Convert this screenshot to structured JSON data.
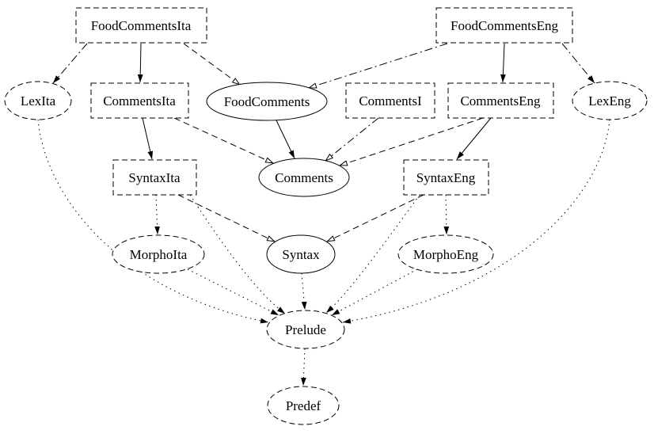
{
  "diagram": {
    "type": "module-dependency-graph",
    "background": "#ffffff",
    "colors": {
      "red": "#ff0000",
      "green": "#00c000",
      "blue": "#0000c0",
      "black": "#000000"
    },
    "nodes": {
      "FoodCommentsIta": {
        "label": "FoodCommentsIta",
        "shape": "box",
        "border": "dashed",
        "color": "red"
      },
      "FoodCommentsEng": {
        "label": "FoodCommentsEng",
        "shape": "box",
        "border": "dashed",
        "color": "red"
      },
      "LexIta": {
        "label": "LexIta",
        "shape": "ellipse",
        "border": "dashed",
        "color": "black"
      },
      "CommentsIta": {
        "label": "CommentsIta",
        "shape": "box",
        "border": "dashed",
        "color": "green"
      },
      "FoodComments": {
        "label": "FoodComments",
        "shape": "ellipse",
        "border": "solid",
        "color": "blue"
      },
      "CommentsI": {
        "label": "CommentsI",
        "shape": "box",
        "border": "dashed",
        "color": "red"
      },
      "CommentsEng": {
        "label": "CommentsEng",
        "shape": "box",
        "border": "dashed",
        "color": "green"
      },
      "LexEng": {
        "label": "LexEng",
        "shape": "ellipse",
        "border": "dashed",
        "color": "black"
      },
      "SyntaxIta": {
        "label": "SyntaxIta",
        "shape": "box",
        "border": "dashed",
        "color": "black"
      },
      "Comments": {
        "label": "Comments",
        "shape": "ellipse",
        "border": "solid",
        "color": "blue"
      },
      "SyntaxEng": {
        "label": "SyntaxEng",
        "shape": "box",
        "border": "dashed",
        "color": "black"
      },
      "MorphoIta": {
        "label": "MorphoIta",
        "shape": "ellipse",
        "border": "dashed",
        "color": "black"
      },
      "Syntax": {
        "label": "Syntax",
        "shape": "ellipse",
        "border": "solid",
        "color": "black"
      },
      "MorphoEng": {
        "label": "MorphoEng",
        "shape": "ellipse",
        "border": "dashed",
        "color": "black"
      },
      "Prelude": {
        "label": "Prelude",
        "shape": "ellipse",
        "border": "dashed",
        "color": "black"
      },
      "Predef": {
        "label": "Predef",
        "shape": "ellipse",
        "border": "dashed",
        "color": "black"
      }
    },
    "edges": [
      {
        "from": "FoodCommentsIta",
        "to": "CommentsIta",
        "style": "solid",
        "arrow": "filled"
      },
      {
        "from": "FoodCommentsIta",
        "to": "FoodComments",
        "style": "dashed",
        "arrow": "open"
      },
      {
        "from": "FoodCommentsIta",
        "to": "LexIta",
        "style": "dashdot",
        "arrow": "filled"
      },
      {
        "from": "FoodCommentsEng",
        "to": "CommentsEng",
        "style": "solid",
        "arrow": "filled"
      },
      {
        "from": "FoodCommentsEng",
        "to": "FoodComments",
        "style": "dashdot",
        "arrow": "open"
      },
      {
        "from": "FoodCommentsEng",
        "to": "LexEng",
        "style": "dashdot",
        "arrow": "filled"
      },
      {
        "from": "FoodComments",
        "to": "Comments",
        "style": "solid",
        "arrow": "filled"
      },
      {
        "from": "CommentsIta",
        "to": "Comments",
        "style": "dashed",
        "arrow": "open"
      },
      {
        "from": "CommentsIta",
        "to": "SyntaxIta",
        "style": "solid",
        "arrow": "filled"
      },
      {
        "from": "CommentsI",
        "to": "Comments",
        "style": "dashdot",
        "arrow": "open"
      },
      {
        "from": "CommentsEng",
        "to": "Comments",
        "style": "dashed",
        "arrow": "open"
      },
      {
        "from": "CommentsEng",
        "to": "SyntaxEng",
        "style": "solid",
        "arrow": "filled"
      },
      {
        "from": "SyntaxIta",
        "to": "MorphoIta",
        "style": "dotted",
        "arrow": "filled"
      },
      {
        "from": "SyntaxIta",
        "to": "Syntax",
        "style": "dashed",
        "arrow": "open"
      },
      {
        "from": "SyntaxIta",
        "to": "Prelude",
        "style": "dotted",
        "arrow": "filled"
      },
      {
        "from": "SyntaxEng",
        "to": "MorphoEng",
        "style": "dotted",
        "arrow": "filled"
      },
      {
        "from": "SyntaxEng",
        "to": "Syntax",
        "style": "dashed",
        "arrow": "open"
      },
      {
        "from": "SyntaxEng",
        "to": "Prelude",
        "style": "dotted",
        "arrow": "filled"
      },
      {
        "from": "LexIta",
        "to": "Prelude",
        "style": "dotted",
        "arrow": "filled"
      },
      {
        "from": "LexEng",
        "to": "Prelude",
        "style": "dotted",
        "arrow": "filled"
      },
      {
        "from": "MorphoIta",
        "to": "Prelude",
        "style": "dotted",
        "arrow": "filled"
      },
      {
        "from": "Syntax",
        "to": "Prelude",
        "style": "dotted",
        "arrow": "filled"
      },
      {
        "from": "MorphoEng",
        "to": "Prelude",
        "style": "dotted",
        "arrow": "filled"
      },
      {
        "from": "Prelude",
        "to": "Predef",
        "style": "dotted",
        "arrow": "filled"
      }
    ]
  }
}
